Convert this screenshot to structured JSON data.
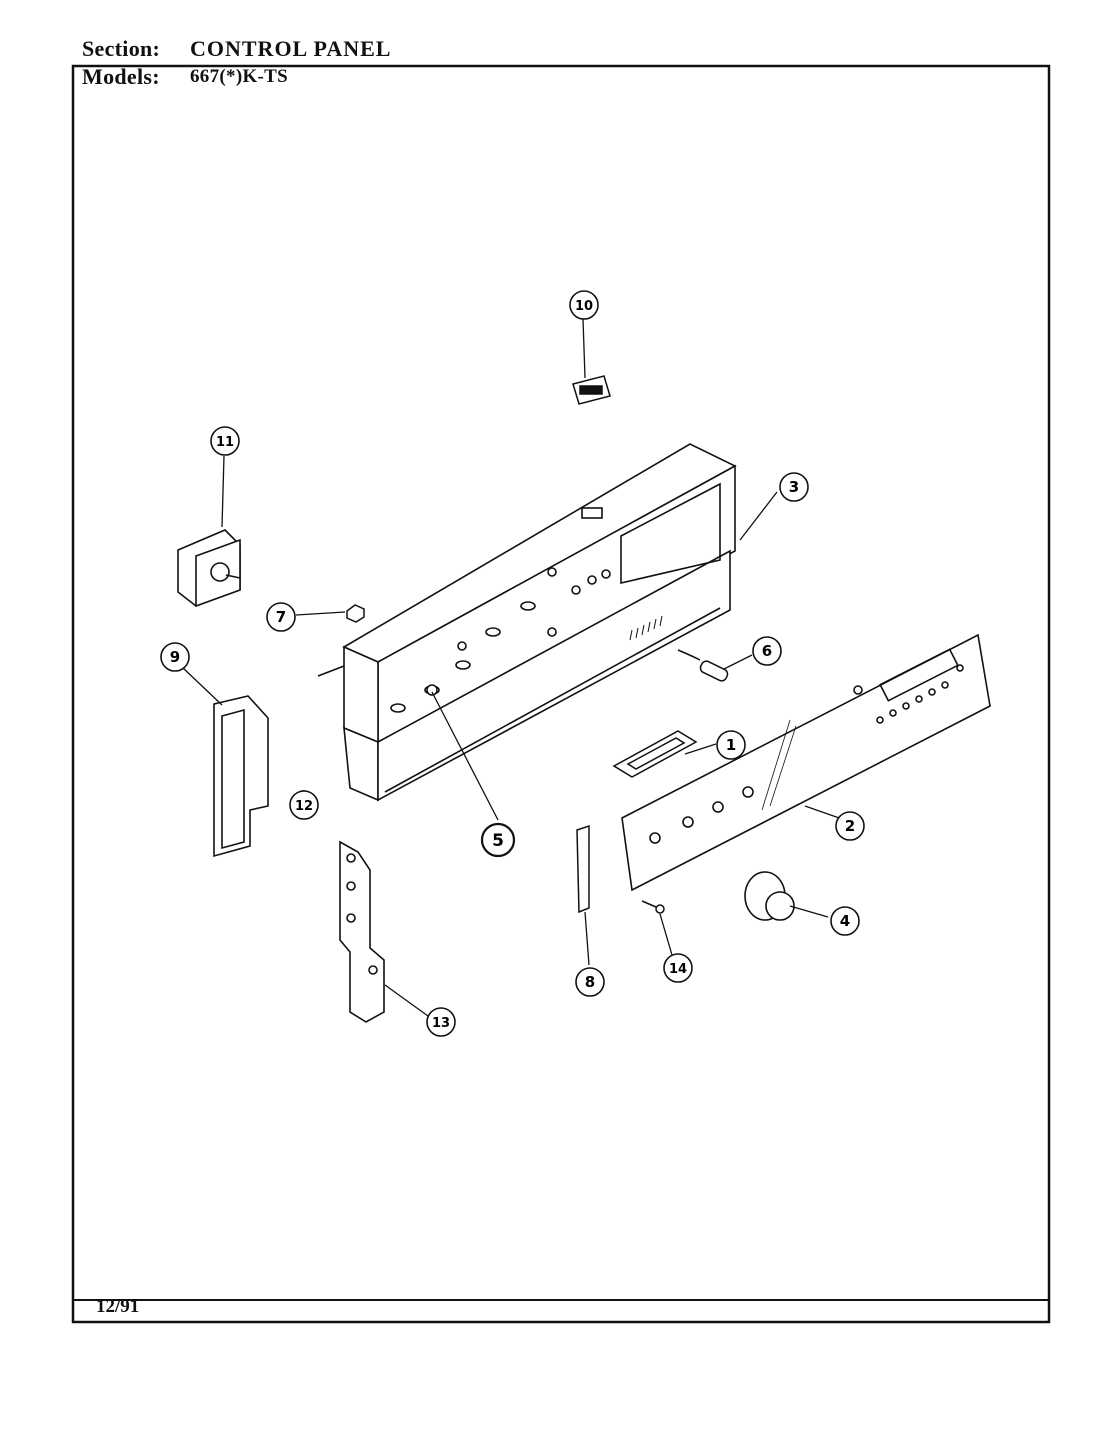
{
  "header": {
    "section_label": "Section:",
    "section_value": "CONTROL PANEL",
    "models_label": "Models:",
    "models_value": "667(*)K-TS"
  },
  "footer": {
    "date": "12/91"
  },
  "callouts": [
    {
      "id": "1",
      "label": "1"
    },
    {
      "id": "2",
      "label": "2"
    },
    {
      "id": "3",
      "label": "3"
    },
    {
      "id": "4",
      "label": "4"
    },
    {
      "id": "5",
      "label": "5"
    },
    {
      "id": "6",
      "label": "6"
    },
    {
      "id": "7",
      "label": "7"
    },
    {
      "id": "8",
      "label": "8"
    },
    {
      "id": "9",
      "label": "9"
    },
    {
      "id": "10",
      "label": "10"
    },
    {
      "id": "11",
      "label": "11"
    },
    {
      "id": "12",
      "label": "12"
    },
    {
      "id": "13",
      "label": "13"
    },
    {
      "id": "14",
      "label": "14"
    }
  ]
}
